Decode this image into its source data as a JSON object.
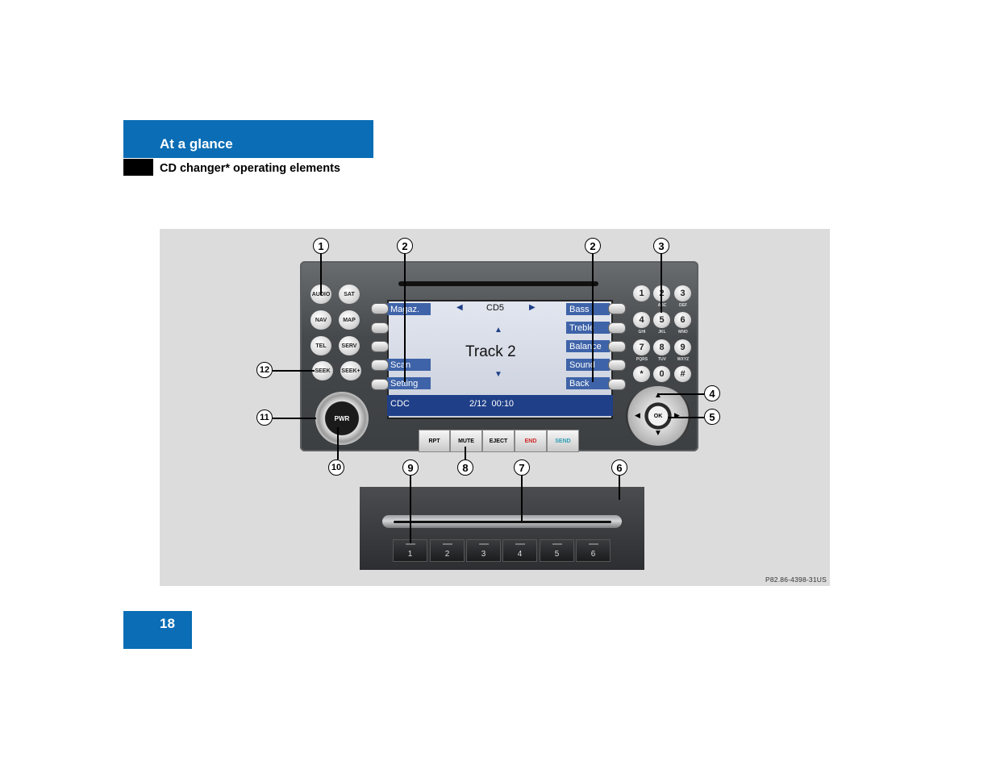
{
  "header": {
    "section": "At a glance",
    "subtitle": "CD changer* operating elements"
  },
  "page_number": "18",
  "figure": {
    "code": "P82.86-4398-31US",
    "left_buttons": [
      "AUDIO",
      "SAT",
      "NAV",
      "MAP",
      "TEL",
      "SERV",
      "SEEK",
      "SEEK+"
    ],
    "power_label": "PWR",
    "screen": {
      "left_tabs": [
        "Magaz.",
        "",
        "",
        "Scan",
        "Setting"
      ],
      "right_tabs": [
        "Bass",
        "Treble",
        "Balance",
        "Sound",
        "Back"
      ],
      "disc": "CD5",
      "track": "Track 2",
      "status_left": "CDC",
      "status_right": "2/12  00:10",
      "arrow_left": "◀",
      "arrow_right": "▶",
      "arrow_up": "▲",
      "arrow_down": "▼"
    },
    "function_buttons": [
      "RPT",
      "MUTE",
      "EJECT",
      "END",
      "SEND"
    ],
    "end_color": "#d22222",
    "send_color": "#2a9db5",
    "keypad": [
      {
        "key": "1",
        "sub": ""
      },
      {
        "key": "2",
        "sub": "ABC"
      },
      {
        "key": "3",
        "sub": "DEF"
      },
      {
        "key": "4",
        "sub": "GHI"
      },
      {
        "key": "5",
        "sub": "JKL"
      },
      {
        "key": "6",
        "sub": "MNO"
      },
      {
        "key": "7",
        "sub": "PQRS"
      },
      {
        "key": "8",
        "sub": "TUV"
      },
      {
        "key": "9",
        "sub": "WXYZ"
      },
      {
        "key": "*",
        "sub": ""
      },
      {
        "key": "0",
        "sub": ""
      },
      {
        "key": "#",
        "sub": ""
      }
    ],
    "nav_ok": "OK",
    "changer_buttons": [
      "1",
      "2",
      "3",
      "4",
      "5",
      "6"
    ],
    "callouts": [
      "1",
      "2",
      "2",
      "3",
      "4",
      "5",
      "6",
      "7",
      "8",
      "9",
      "10",
      "11",
      "12"
    ]
  }
}
